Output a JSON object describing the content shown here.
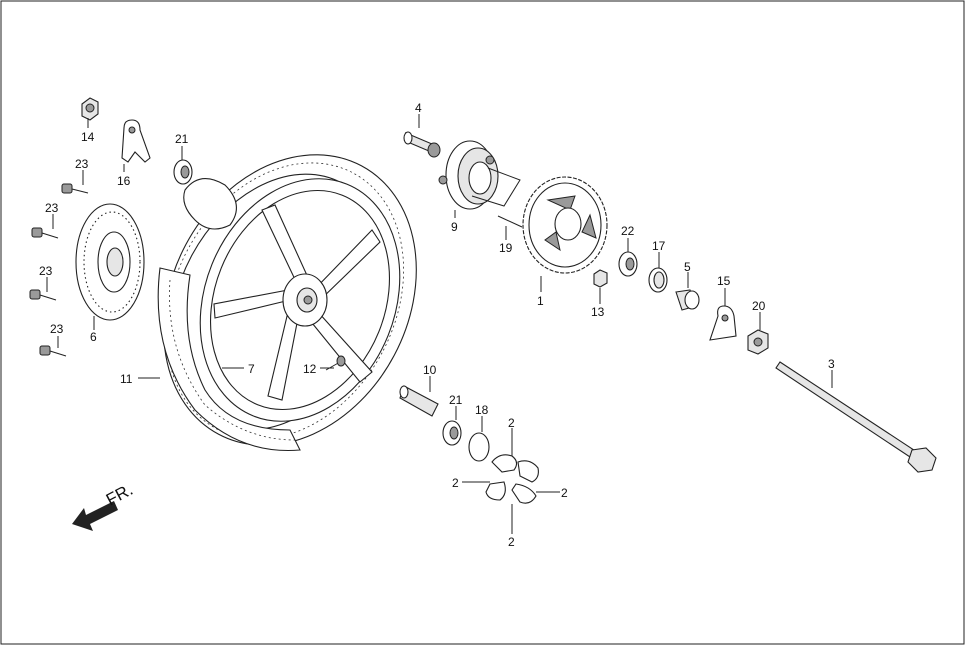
{
  "callouts": {
    "p1": "1",
    "p2a": "2",
    "p2b": "2",
    "p2c": "2",
    "p2d": "2",
    "p3": "3",
    "p4": "4",
    "p5": "5",
    "p6": "6",
    "p7": "7",
    "p9": "9",
    "p10": "10",
    "p11": "11",
    "p12": "12",
    "p13": "13",
    "p14": "14",
    "p15": "15",
    "p16": "16",
    "p17": "17",
    "p18": "18",
    "p19": "19",
    "p20": "20",
    "p21a": "21",
    "p21b": "21",
    "p22": "22",
    "p23a": "23",
    "p23b": "23",
    "p23c": "23",
    "p23d": "23"
  },
  "direction": {
    "label": "FR."
  }
}
